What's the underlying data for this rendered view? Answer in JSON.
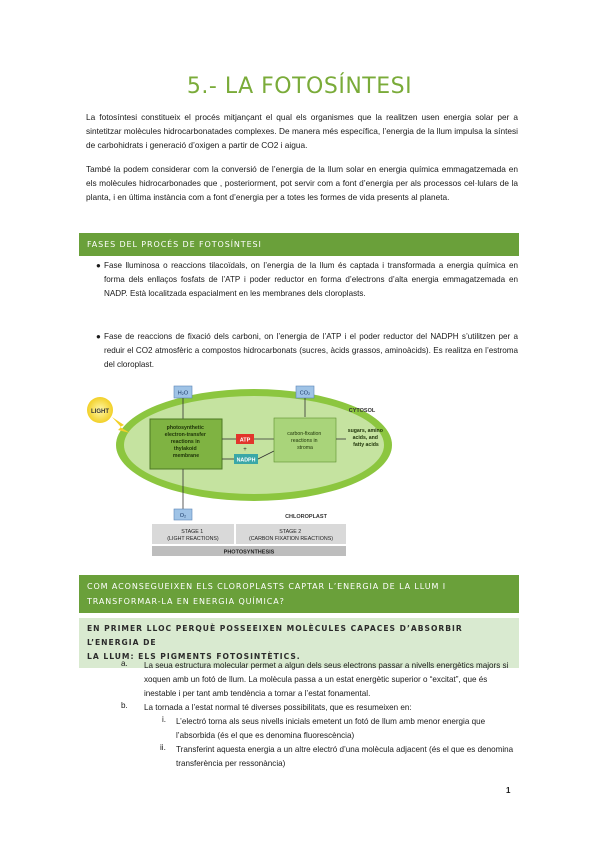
{
  "title": "5.- LA FOTOSÍNTESI",
  "intro": [
    "La fotosíntesi constitueix el procés mitjançant el qual els organismes que la realitzen usen energia solar per a sintetitzar molècules hidrocarbonatades complexes. De manera més específica, l’energia de la llum impulsa la síntesi de carbohidrats i generació d’oxigen a partir de CO2 i aigua.",
    "També la podem considerar com la conversió de l’energia de la llum solar en energia química emmagatzemada en els molècules hidrocarbonades que , posteriorment, pot servir com a font d’energia per als processos cel·lulars de la planta, i en última instància com a font d’energia per a totes les formes de vida presents al planeta."
  ],
  "section1": {
    "heading": "FASES DEL PROCÉS DE FOTOSÍNTESI",
    "bullets": [
      "Fase lluminosa o reaccions tilacoïdals, on l’energia de la llum és captada i transformada a energia química en forma dels enllaços fosfats de l’ATP i poder reductor en forma d’electrons d’alta energia emmagatzemada en NADP. Està localitzada espacialment en les membranes dels cloroplasts.",
      "Fase de reaccions de fixació dels carboni, on l’energia de l’ATP i el poder reductor del NADPH s’utilitzen per a reduir el CO2 atmosfèric a compostos hidrocarbonats (sucres, àcids grassos, aminoàcids). Es realitza en l’estroma del cloroplast."
    ]
  },
  "diagram": {
    "light": "LIGHT",
    "h2o": "H₂O",
    "co2": "CO₂",
    "o2": "O₂",
    "cytosol": "CYTOSOL",
    "chloroplast": "CHLOROPLAST",
    "thylakoid": [
      "photosynthetic",
      "electron-transfer",
      "reactions in",
      "thylakoid",
      "membrane"
    ],
    "atp": "ATP",
    "plus": "+",
    "nadph": "NADPH",
    "carbon_fix": [
      "carbon-fixation",
      "reactions in",
      "stroma"
    ],
    "products": [
      "sugars, amino",
      "acids, and",
      "fatty acids"
    ],
    "stage1": [
      "STAGE 1",
      "(LIGHT REACTIONS)"
    ],
    "stage2": [
      "STAGE 2",
      "(CARBON FIXATION REACTIONS)"
    ],
    "photosynthesis": "PHOTOSYNTHESIS"
  },
  "section2": {
    "heading_line1": "COM ACONSEGUEIXEN ELS CLOROPLASTS CAPTAR L’ENERGIA DE LA LLUM I",
    "heading_line2": "TRANSFORMAR-LA EN ENERGIA QUÍMICA?",
    "sub_line1": "EN PRIMER LLOC PERQUÈ POSSEEIXEN MOLÈCULES CAPACES D’ABSORBIR L’ENERGIA DE",
    "sub_line2": "LA LLUM: ELS PIGMENTS FOTOSINTÈTICS.",
    "items": [
      {
        "marker": "a.",
        "text": "La seua estructura molecular permet a algun dels seus electrons passar a nivells energètics majors si xoquen amb un fotó de llum. La molècula passa a un estat energètic superior o “excitat”, que és inestable i per tant amb tendència a tornar a l’estat fonamental."
      },
      {
        "marker": "b.",
        "text": "La tornada a l’estat normal té diverses possibilitats, que es resumeixen en:"
      }
    ],
    "subitems": [
      {
        "marker": "i.",
        "text": "L’electró torna als seus nivells inicials emetent un fotó de llum amb menor energia que l’absorbida (és el que es denomina fluorescència)"
      },
      {
        "marker": "ii.",
        "text": "Transferint aquesta energia a un altre electró d’una molècula adjacent (és el que es denomina transferència per ressonància)"
      }
    ]
  },
  "page_number": "1",
  "colors": {
    "accent": "#6aa03a",
    "title": "#7aab39",
    "sub_bg": "#d9ead0",
    "chloroplast": "#8cc63f",
    "stroma": "#c5e3a0"
  }
}
